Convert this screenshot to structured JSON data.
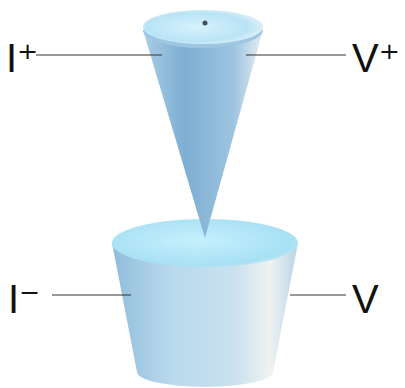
{
  "diagram": {
    "labels": [
      "I⁺",
      "V⁺",
      "I⁻",
      "V"
    ]
  }
}
